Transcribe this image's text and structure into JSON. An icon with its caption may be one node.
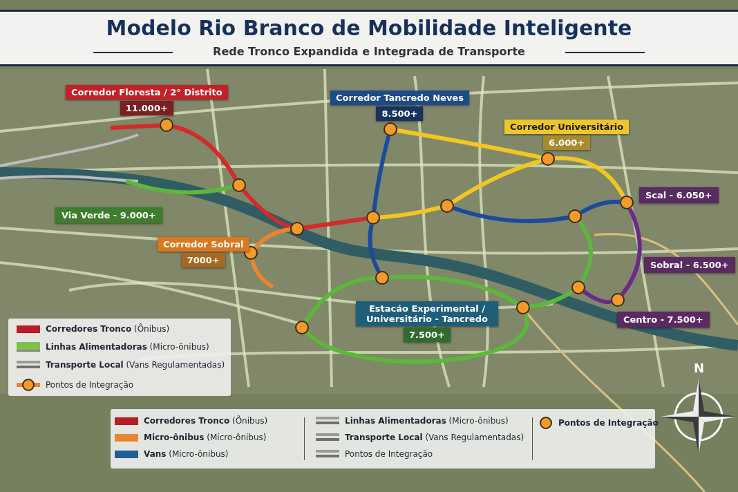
{
  "diagram": {
    "title": "Modelo Rio Branco de Mobilidade Inteligente",
    "nodes": [
      {
        "text": [
          "Corredor Floresta / 2° Distrito",
          "11.000+"
        ]
      },
      {
        "text": [
          "Corredor Tancredo Neves",
          "8.500+"
        ]
      },
      {
        "text": [
          "Corredor Universitário",
          "6.000+"
        ]
      },
      {
        "text": [
          "Via Verde - 9.000+"
        ]
      },
      {
        "text": [
          "Corredor Sobral",
          "7000+"
        ]
      },
      {
        "text": [
          "Scal - 6.050+"
        ]
      },
      {
        "text": [
          "Sobral - 6.500+"
        ]
      },
      {
        "text": [
          "Estacáo Experimental / Universitário - Tancredo",
          "7.500+"
        ]
      },
      {
        "text": [
          "Centro - 7.500+"
        ]
      },
      {
        "text": [],
        "shape": "circle"
      },
      {
        "text": [],
        "shape": "circle"
      },
      {
        "text": [],
        "shape": "circle"
      },
      {
        "text": [],
        "shape": "circle"
      },
      {
        "text": [],
        "shape": "circle"
      },
      {
        "text": [],
        "shape": "circle"
      },
      {
        "text": [],
        "shape": "circle"
      },
      {
        "text": [],
        "shape": "circle"
      },
      {
        "text": [],
        "shape": "circle"
      },
      {
        "text": [],
        "shape": "circle"
      },
      {
        "text": [],
        "shape": "circle"
      },
      {
        "text": [],
        "shape": "circle"
      },
      {
        "text": [],
        "shape": "circle"
      },
      {
        "text": [],
        "shape": "circle"
      },
      {
        "text": [],
        "shape": "circle"
      }
    ],
    "edges": [
      {
        "from": null,
        "to": 9,
        "arrow": "none",
        "color": "#d42a2a"
      },
      {
        "from": 9,
        "to": 10,
        "arrow": "none",
        "color": "#d42a2a"
      },
      {
        "from": 10,
        "to": 12,
        "arrow": "none",
        "color": "#d42a2a"
      },
      {
        "from": 12,
        "to": 14,
        "arrow": "none",
        "color": "#d42a2a"
      },
      {
        "from": null,
        "to": 10,
        "arrow": "none"
      },
      {
        "from": 12,
        "to": 11,
        "arrow": "none",
        "color": "#e8862f"
      },
      {
        "from": 11,
        "to": null,
        "arrow": "none",
        "color": "#e8862f"
      },
      {
        "from": 16,
        "to": 14,
        "arrow": "none",
        "color": "#1d4a9c"
      },
      {
        "from": 14,
        "to": 15,
        "arrow": "none",
        "color": "#1d4a9c"
      },
      {
        "from": 16,
        "to": 19,
        "arrow": "none",
        "color": "#f2c623"
      },
      {
        "from": 14,
        "to": 17,
        "arrow": "none",
        "color": "#f2c623"
      },
      {
        "from": 17,
        "to": 19,
        "arrow": "none",
        "color": "#f2c623"
      },
      {
        "from": 19,
        "to": 23,
        "arrow": "none",
        "color": "#f2c623"
      },
      {
        "from": 17,
        "to": 20,
        "arrow": "none",
        "color": "#1d4a9c"
      },
      {
        "from": 20,
        "to": 23,
        "arrow": "none",
        "color": "#1d4a9c"
      },
      {
        "from": 23,
        "to": 22,
        "arrow": "none",
        "color": "#6a2a8a"
      },
      {
        "from": 22,
        "to": 21,
        "arrow": "none",
        "color": "#6a2a8a"
      },
      {
        "from": 21,
        "to": 20,
        "arrow": "none"
      },
      {
        "from": 21,
        "to": 18,
        "arrow": "none"
      },
      {
        "from": 18,
        "to": 13,
        "arrow": "none"
      },
      {
        "from": 13,
        "to": 15,
        "arrow": "none"
      },
      {
        "from": 15,
        "to": 18,
        "arrow": "none"
      }
    ],
    "labels": [
      "Rede Tronco Expandida e Integrada de Transporte",
      "N"
    ],
    "legend": [
      {
        "text": "**Corredores Tronco** (Ônibus)",
        "color": "#b81c24"
      },
      {
        "text": "**Linhas Alimentadoras** (Micro-ônibus)",
        "color": "#7cc24a"
      },
      {
        "text": "**Transporte Local** (Vans Regulamentadas)"
      },
      {
        "text": "Pontos de Integração"
      },
      {
        "text": "**Corredores Tronco**   (Ônibus)",
        "color": "#b81c24"
      },
      {
        "text": "**Micro-ônibus** (Micro-ônibus)",
        "color": "#e8862f"
      },
      {
        "text": "**Vans** (Micro-ônibus)",
        "color": "#1f5f99"
      },
      {
        "text": "**Linhas Alimentadoras** (Micro-ônibus)"
      },
      {
        "text": "**Transporte Local** (Vans Regulamentadas)"
      },
      {
        "text": "Pontos de Integração"
      },
      {
        "text": "Pontos de Integração"
      }
    ]
  }
}
